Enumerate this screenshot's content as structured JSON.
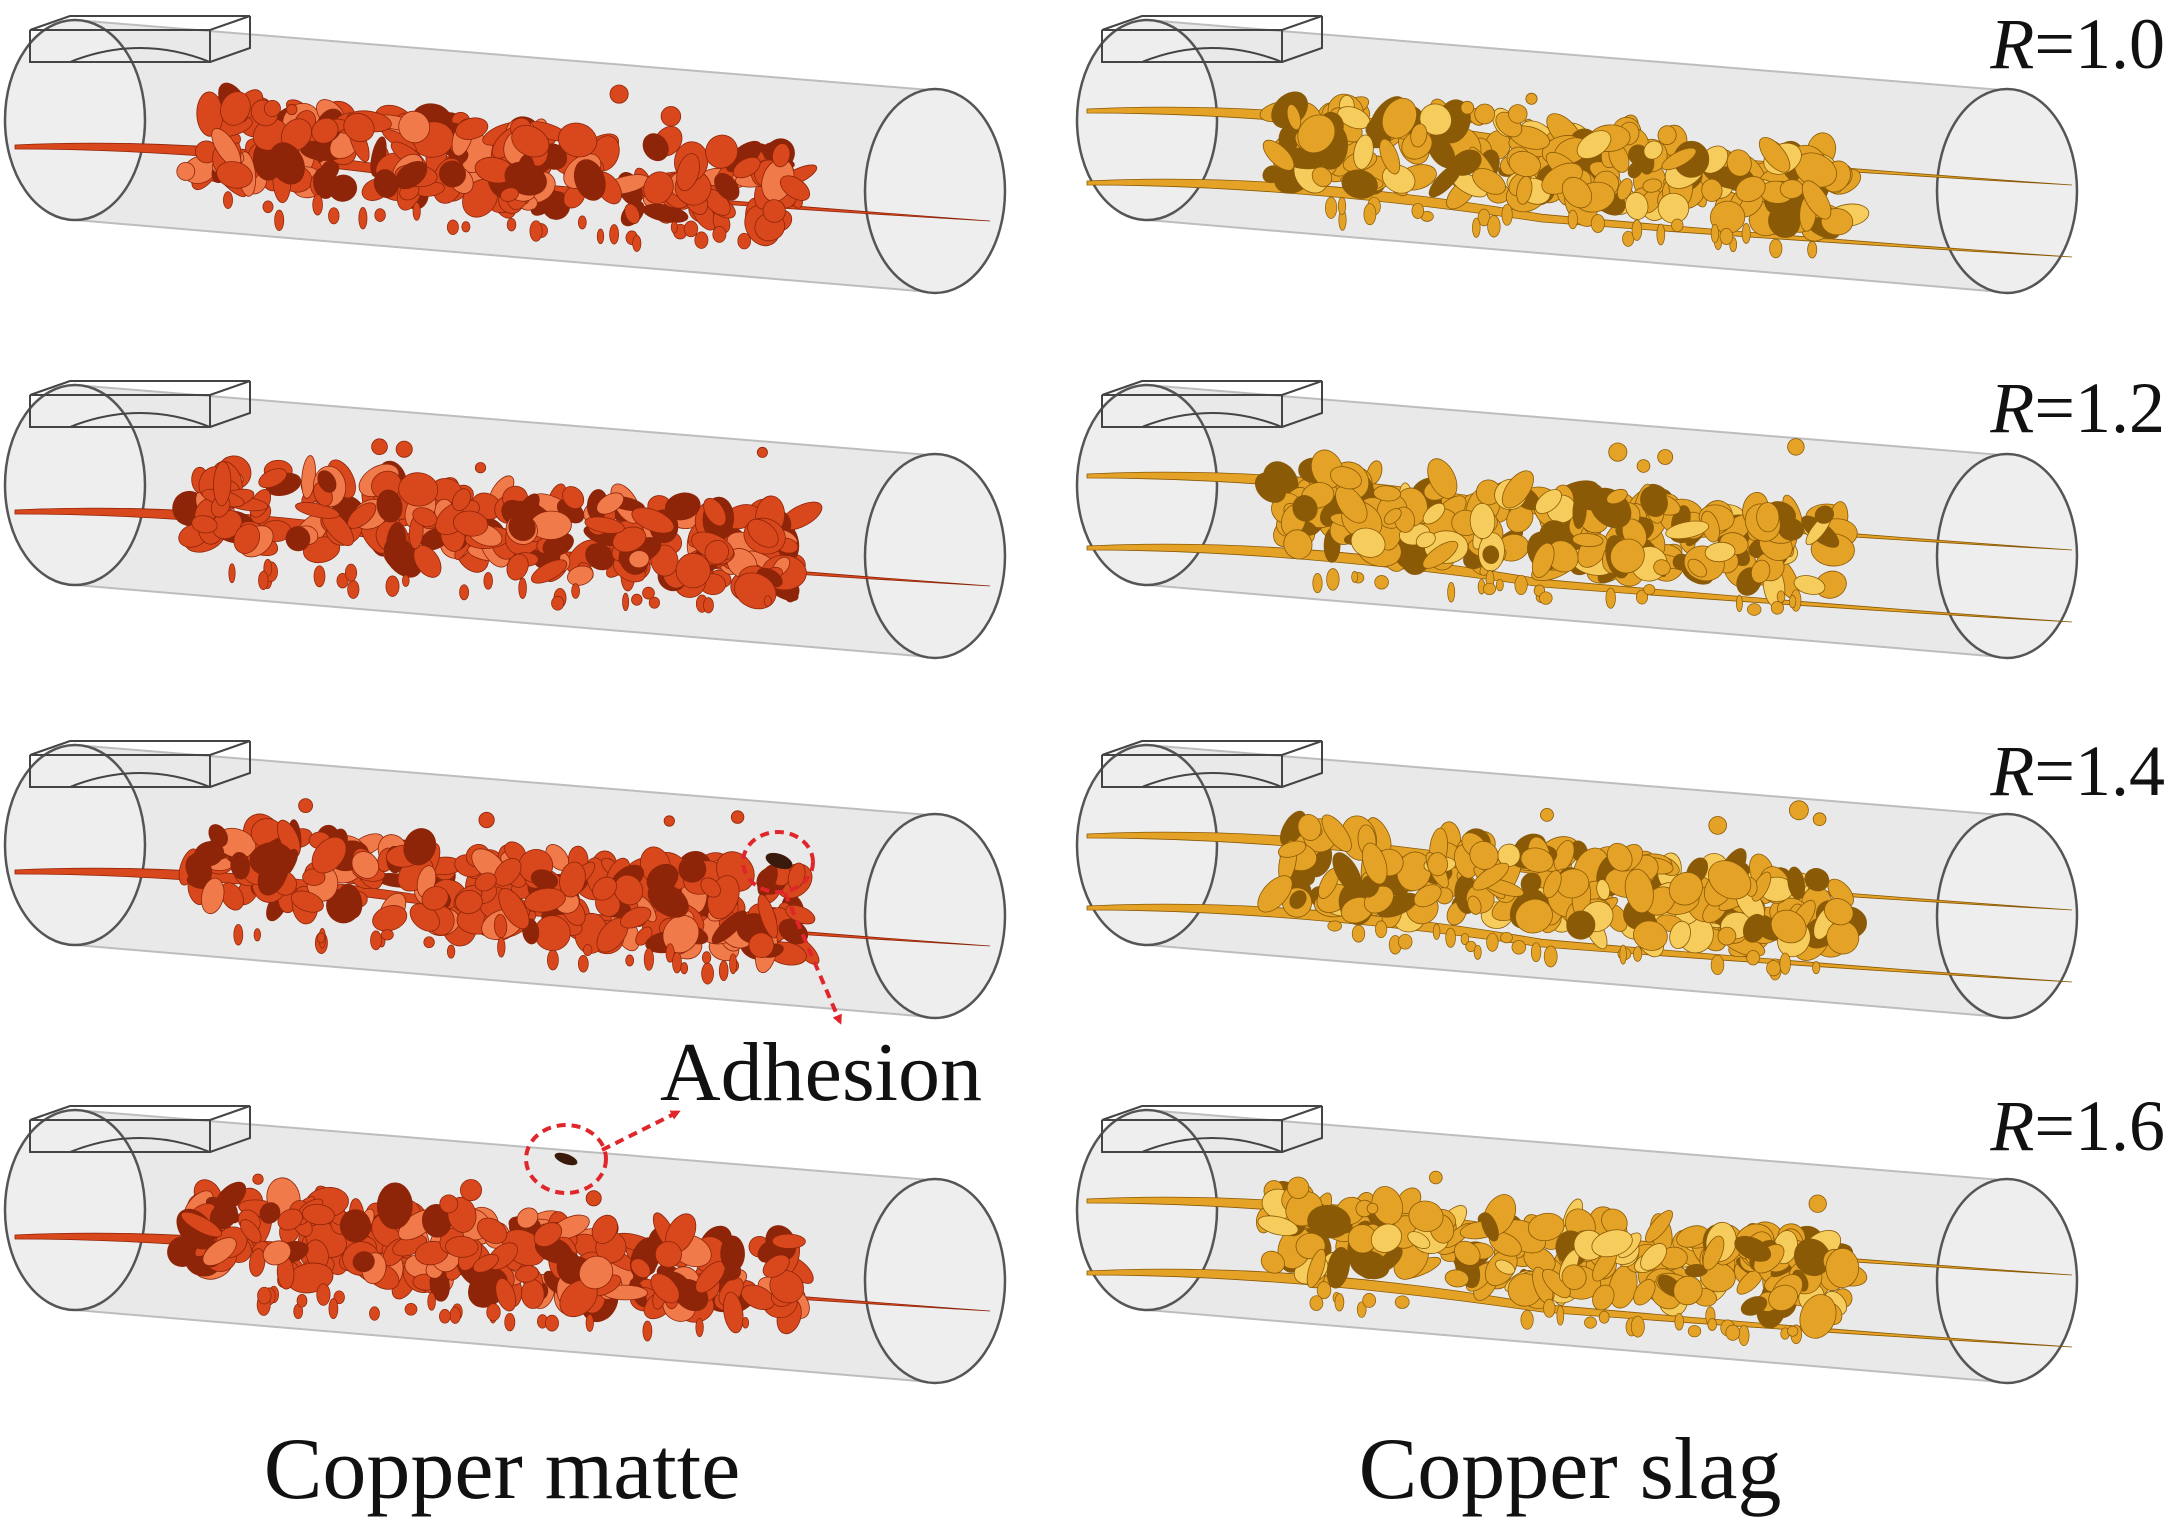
{
  "figure": {
    "columns": [
      {
        "id": "matte",
        "label": "Copper matte",
        "fill": "#d8481c",
        "dark": "#8e2408",
        "light": "#f07a4a",
        "sheets": 1
      },
      {
        "id": "slag",
        "label": "Copper slag",
        "fill": "#e4a226",
        "dark": "#8a5a06",
        "light": "#f6cc5c",
        "sheets": 2
      }
    ],
    "rows": [
      {
        "r_symbol": "R",
        "r_value": "=1.0"
      },
      {
        "r_symbol": "R",
        "r_value": "=1.2"
      },
      {
        "r_symbol": "R",
        "r_value": "=1.4"
      },
      {
        "r_symbol": "R",
        "r_value": "=1.6"
      }
    ],
    "annotation": {
      "text": "Adhesion",
      "color": "#e0262b"
    }
  }
}
